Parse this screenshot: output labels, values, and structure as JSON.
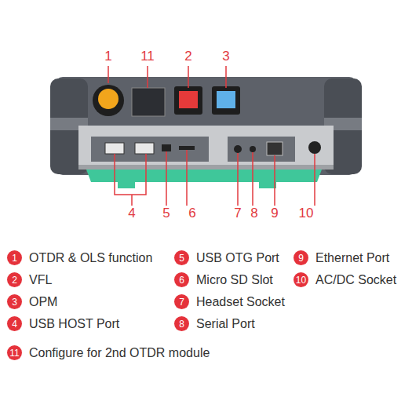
{
  "diagram": {
    "nodes": [
      {
        "text": [
          "1",
          "OTDR & OLS function"
        ]
      },
      {
        "text": [
          "5",
          "USB OTG Port"
        ]
      },
      {
        "text": [
          "9",
          "Ethernet Port"
        ]
      },
      {
        "text": [
          "2",
          "VFL"
        ]
      },
      {
        "text": [
          "6",
          "Micro SD Slot"
        ]
      },
      {
        "text": [
          "10",
          "AC/DC Socket"
        ]
      },
      {
        "text": [
          "3",
          "OPM"
        ]
      },
      {
        "text": [
          "7",
          "Headset Socket"
        ]
      },
      {
        "text": [
          "4",
          "USB HOST Port"
        ]
      },
      {
        "text": [
          "8",
          "Serial Port"
        ]
      },
      {
        "text": [
          "11",
          "Configure for 2nd OTDR module"
        ]
      }
    ],
    "labels": [
      "1",
      "11",
      "2",
      "3",
      "4",
      "5",
      "6",
      "7",
      "8",
      "9",
      "10"
    ]
  }
}
